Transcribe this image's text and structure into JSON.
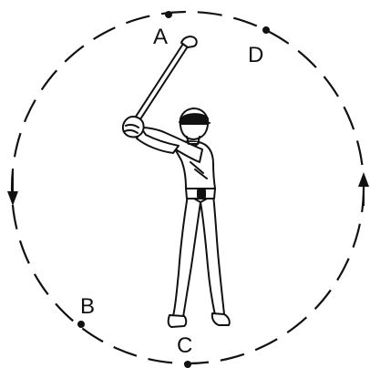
{
  "points": {
    "a": {
      "label": "A"
    },
    "b": {
      "label": "B"
    },
    "c": {
      "label": "C"
    },
    "d": {
      "label": "D"
    }
  },
  "figure": {
    "icon": "golfer-backswing-icon"
  },
  "circle": {
    "style": "dashed",
    "arrows": [
      "counterclockwise-down-left",
      "counterclockwise-up-right"
    ]
  },
  "colors": {
    "ink": "#111111",
    "background": "#ffffff"
  }
}
